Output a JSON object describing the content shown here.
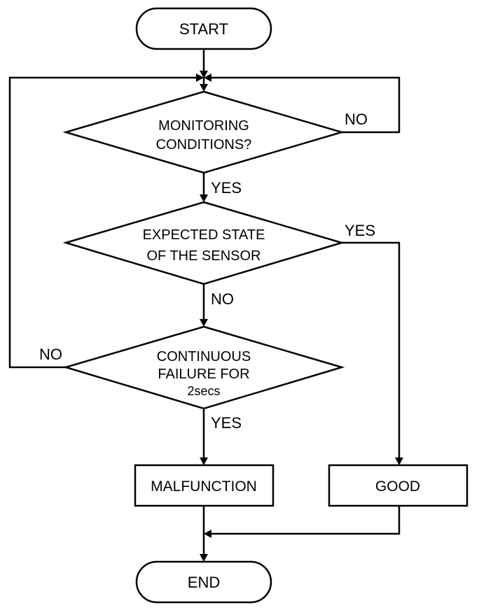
{
  "flowchart": {
    "start": "START",
    "end": "END",
    "decisions": {
      "monitoring": [
        "MONITORING",
        "CONDITIONS?"
      ],
      "expected_state": [
        "EXPECTED STATE",
        "OF THE SENSOR"
      ],
      "continuous_failure": [
        "CONTINUOUS",
        "FAILURE FOR",
        "2secs"
      ]
    },
    "processes": {
      "malfunction": "MALFUNCTION",
      "good": "GOOD"
    },
    "edge_labels": {
      "monitoring_no": "NO",
      "monitoring_yes": "YES",
      "expected_yes": "YES",
      "expected_no": "NO",
      "continuous_no": "NO",
      "continuous_yes": "YES"
    }
  }
}
